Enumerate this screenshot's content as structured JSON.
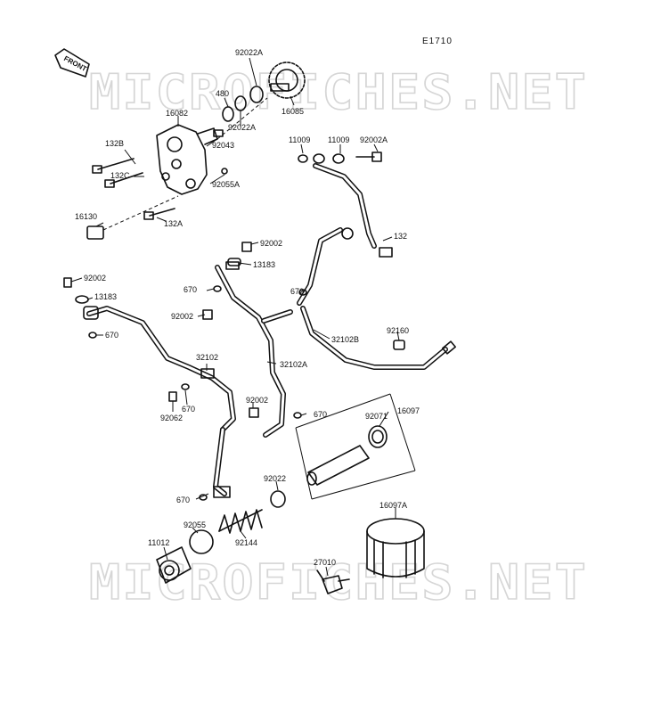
{
  "figure_code": "E1710",
  "watermark": "MICROFICHES.NET",
  "front_label": "FRONT",
  "labels": {
    "p92022A_top": "92022A",
    "p480": "480",
    "p16082": "16082",
    "p92043": "92043",
    "p92022A_mid": "92022A",
    "p16085": "16085",
    "p132B": "132B",
    "p132C": "132C",
    "p92055A": "92055A",
    "p16130": "16130",
    "p132A": "132A",
    "p11009_a": "11009",
    "p11009_b": "11009",
    "p92002A": "92002A",
    "p132": "132",
    "p92002_top": "92002",
    "p13183_top": "13183",
    "p92002_left": "92002",
    "p13183_left": "13183",
    "p670_a": "670",
    "p670_b": "670",
    "p670_c": "670",
    "p92002_mid": "92002",
    "p32102B": "32102B",
    "p92160": "92160",
    "p32102": "32102",
    "p32102A": "32102A",
    "p670_d": "670",
    "p92062": "92062",
    "p92002_low": "92002",
    "p670_e": "670",
    "p92071": "92071",
    "p16097": "16097",
    "p92022": "92022",
    "p670_f": "670",
    "p92055": "92055",
    "p92144": "92144",
    "p16097A": "16097A",
    "p11012": "11012",
    "p27010": "27010"
  }
}
